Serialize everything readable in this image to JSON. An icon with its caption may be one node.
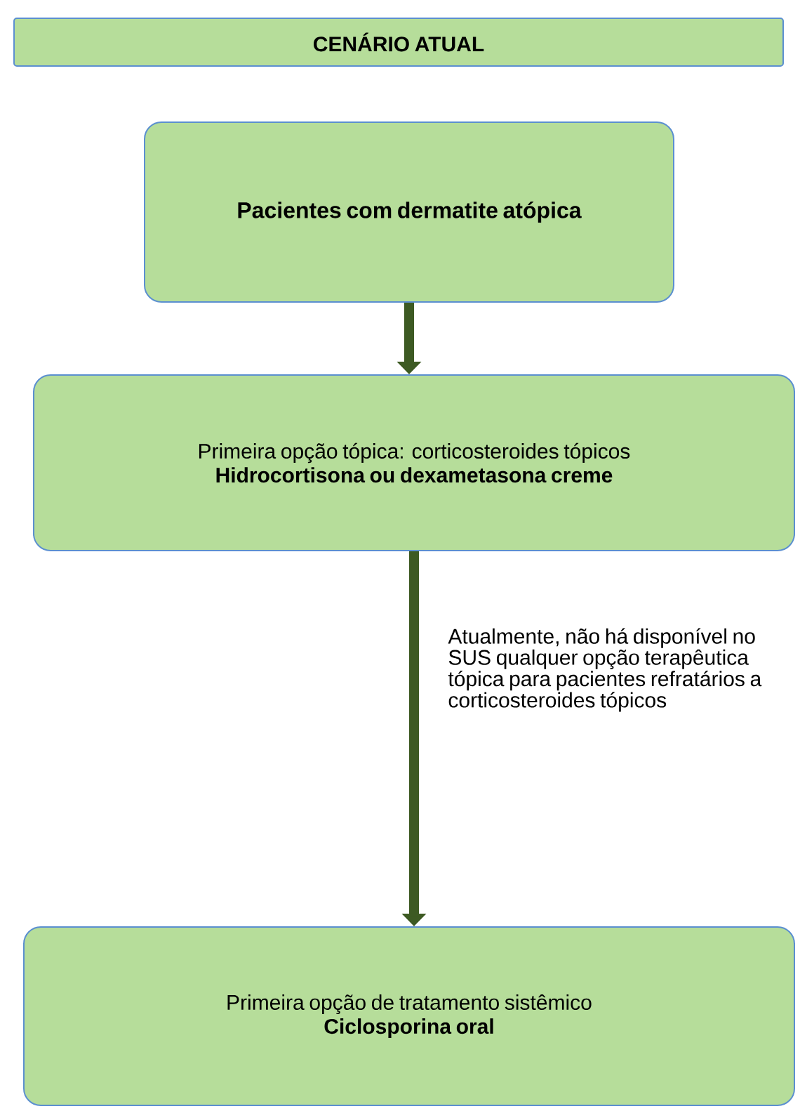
{
  "diagram": {
    "nodes": [
      {
        "text": [
          "CENÁRIO ATUAL"
        ]
      },
      {
        "text": [
          "Pacientes com dermatite atópica"
        ]
      },
      {
        "text": [
          "Primeira opção tópica: corticosteroides tópicos",
          "Hidrocortisona ou dexametasona creme"
        ]
      },
      {
        "text": [
          "Primeira opção de tratamento sistêmico",
          "Ciclosporina oral"
        ]
      }
    ],
    "edges": [
      {
        "from": 1,
        "to": 2,
        "arrow": "to"
      },
      {
        "from": 2,
        "to": 3,
        "arrow": "to",
        "label": "Atualmente, não há disponível no SUS qualquer opção terapêutica tópica para pacientes refratários a corticosteroides tópicos"
      }
    ]
  }
}
